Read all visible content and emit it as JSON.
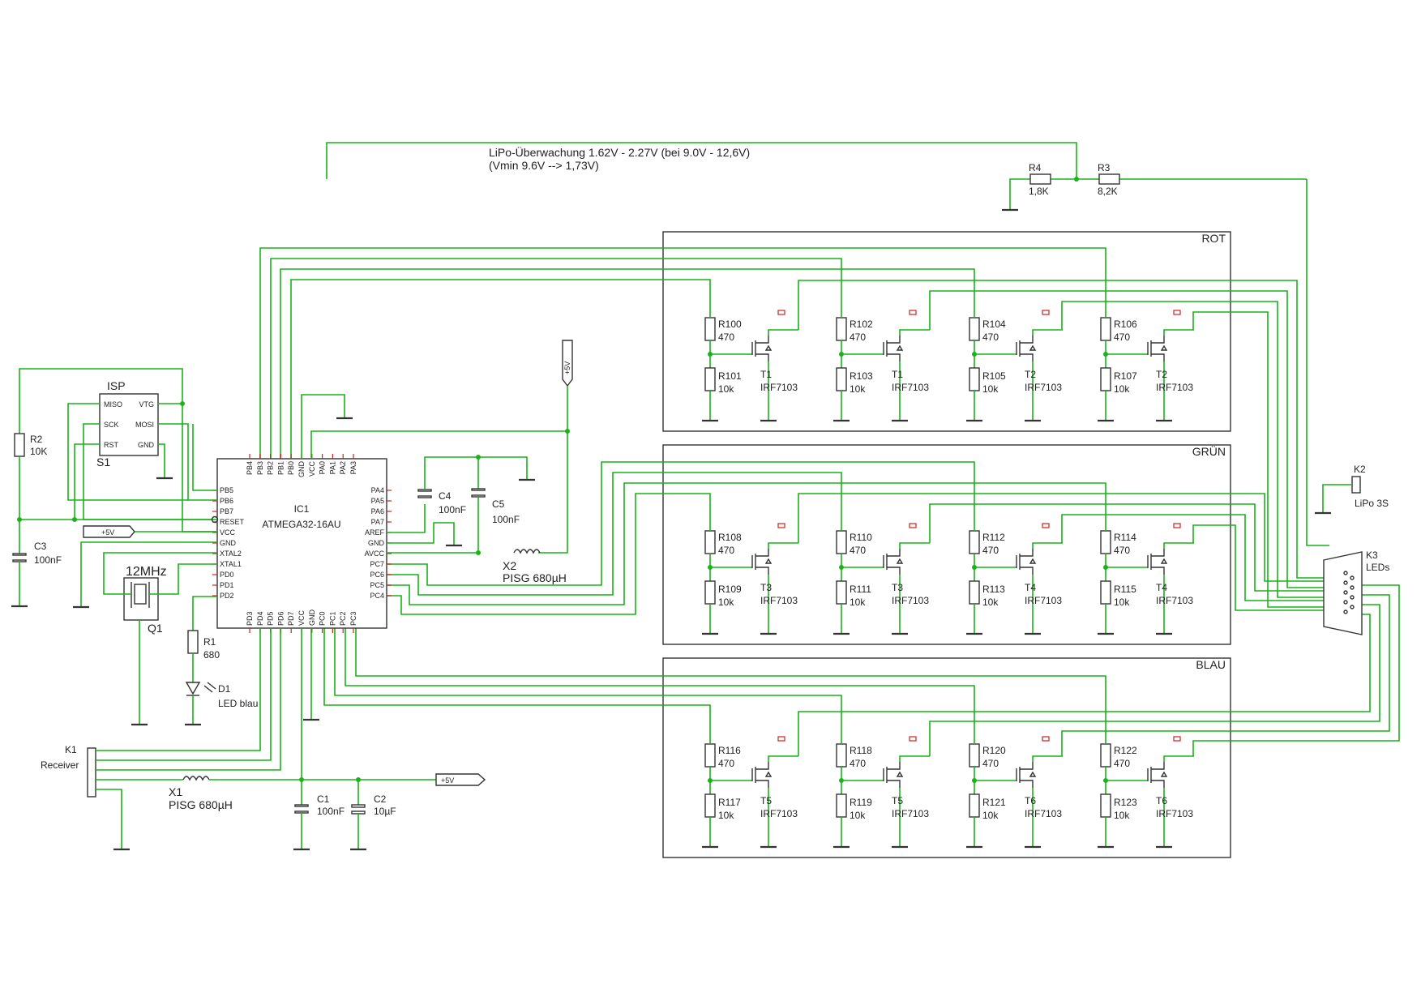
{
  "annotation": {
    "line1": "LiPo-Überwachung 1.62V - 2.27V (bei 9.0V - 12,6V)",
    "line2": "(Vmin 9.6V --> 1,73V)"
  },
  "groups": [
    "ROT",
    "GRÜN",
    "BLAU"
  ],
  "ic1": {
    "ref": "IC1",
    "value": "ATMEGA32-16AU",
    "left_pins": [
      "PB5",
      "PB6",
      "PB7",
      "RESET",
      "VCC",
      "GND",
      "XTAL2",
      "XTAL1",
      "PD0",
      "PD1",
      "PD2"
    ],
    "right_pins": [
      "PA4",
      "PA5",
      "PA6",
      "PA7",
      "AREF",
      "GND",
      "AVCC",
      "PC7",
      "PC6",
      "PC5",
      "PC4"
    ],
    "top_pins": [
      "PB4",
      "PB3",
      "PB2",
      "PB1",
      "PB0",
      "GND",
      "VCC",
      "PA0",
      "PA1",
      "PA2",
      "PA3"
    ],
    "bottom_pins": [
      "PD3",
      "PD4",
      "PD5",
      "PD6",
      "PD7",
      "VCC",
      "GND",
      "PC0",
      "PC1",
      "PC2",
      "PC3"
    ]
  },
  "isp": {
    "title": "ISP",
    "ref": "S1",
    "pins_left": [
      "MISO",
      "SCK",
      "RST"
    ],
    "pins_right": [
      "VTG",
      "MOSI",
      "GND"
    ]
  },
  "parts": {
    "r2": {
      "ref": "R2",
      "value": "10K"
    },
    "c3": {
      "ref": "C3",
      "value": "100nF"
    },
    "r1": {
      "ref": "R1",
      "value": "680"
    },
    "d1": {
      "ref": "D1",
      "value": "LED blau"
    },
    "q1": {
      "ref": "Q1",
      "value": "12MHz"
    },
    "c4": {
      "ref": "C4",
      "value": "100nF"
    },
    "c5": {
      "ref": "C5",
      "value": "100nF"
    },
    "x2": {
      "ref": "X2",
      "value": "PISG 680µH"
    },
    "x1": {
      "ref": "X1",
      "value": "PISG 680µH"
    },
    "c1": {
      "ref": "C1",
      "value": "100nF"
    },
    "c2": {
      "ref": "C2",
      "value": "10µF"
    },
    "k1": {
      "ref": "K1",
      "value": "Receiver"
    },
    "k2": {
      "ref": "K2",
      "value": "LiPo 3S"
    },
    "k3": {
      "ref": "K3",
      "value": "LEDs"
    },
    "r4": {
      "ref": "R4",
      "value": "1,8K"
    },
    "r3": {
      "ref": "R3",
      "value": "8,2K"
    }
  },
  "flags": {
    "vcc_left": "+5V",
    "vcc_right": "+5V",
    "vcc_top": "+5V"
  },
  "channels": [
    {
      "r_gate": "R100",
      "rg_val": "470",
      "r_pd": "R101",
      "rpd_val": "10k",
      "t": "T1",
      "t_val": "IRF7103"
    },
    {
      "r_gate": "R102",
      "rg_val": "470",
      "r_pd": "R103",
      "rpd_val": "10k",
      "t": "T1",
      "t_val": "IRF7103"
    },
    {
      "r_gate": "R104",
      "rg_val": "470",
      "r_pd": "R105",
      "rpd_val": "10k",
      "t": "T2",
      "t_val": "IRF7103"
    },
    {
      "r_gate": "R106",
      "rg_val": "470",
      "r_pd": "R107",
      "rpd_val": "10k",
      "t": "T2",
      "t_val": "IRF7103"
    },
    {
      "r_gate": "R108",
      "rg_val": "470",
      "r_pd": "R109",
      "rpd_val": "10k",
      "t": "T3",
      "t_val": "IRF7103"
    },
    {
      "r_gate": "R110",
      "rg_val": "470",
      "r_pd": "R111",
      "rpd_val": "10k",
      "t": "T3",
      "t_val": "IRF7103"
    },
    {
      "r_gate": "R112",
      "rg_val": "470",
      "r_pd": "R113",
      "rpd_val": "10k",
      "t": "T4",
      "t_val": "IRF7103"
    },
    {
      "r_gate": "R114",
      "rg_val": "470",
      "r_pd": "R115",
      "rpd_val": "10k",
      "t": "T4",
      "t_val": "IRF7103"
    },
    {
      "r_gate": "R116",
      "rg_val": "470",
      "r_pd": "R117",
      "rpd_val": "10k",
      "t": "T5",
      "t_val": "IRF7103"
    },
    {
      "r_gate": "R118",
      "rg_val": "470",
      "r_pd": "R119",
      "rpd_val": "10k",
      "t": "T5",
      "t_val": "IRF7103"
    },
    {
      "r_gate": "R120",
      "rg_val": "470",
      "r_pd": "R121",
      "rpd_val": "10k",
      "t": "T6",
      "t_val": "IRF7103"
    },
    {
      "r_gate": "R122",
      "rg_val": "470",
      "r_pd": "R123",
      "rpd_val": "10k",
      "t": "T6",
      "t_val": "IRF7103"
    }
  ]
}
